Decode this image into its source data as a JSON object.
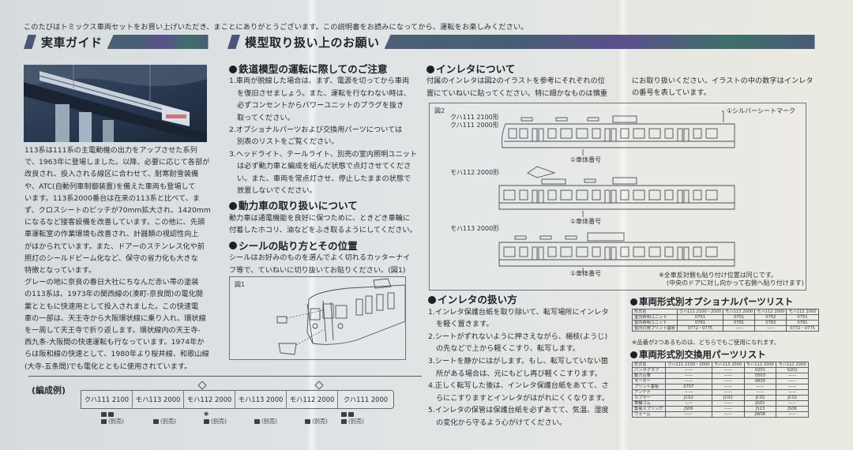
{
  "intro": "このたびはトミックス車両セットをお買い上げいただき、まことにありがとうございます。この説明書をお読みになってから、運転をお楽しみください。",
  "guide": {
    "heading": "実車ガイド",
    "photo_alt": "113系電車が高架橋を走行する写真",
    "paragraphs": [
      [
        "113系は111系の主電動機の出力をアップさせた系列",
        "で、1963年に登場しました。以降、必要に応じて各部が",
        "改良され、投入される線区に合わせて、耐寒耐雪装備",
        "や、ATC(自動列車制御装置)を備えた車両も登場して",
        "います。113系2000番台は在来の113系と比べて、ま",
        "ず、クロスシートのピッチが70mm拡大され、1420mm",
        "になるなど接客設備を改善しています。この他に、先頭",
        "車運転室の作業環境も改善され、計器類の視認性向上",
        "がはかられています。また、ドアーのステンレス化や前",
        "照灯のシールドビーム化など、保守の省力化も大きな",
        "特徴となっています。"
      ],
      [
        "グレーの地に奈良の春日大社にちなんだ赤い帯の塗装",
        "の113系は、1973年の関西線の(湊町-奈良間)の電化開",
        "業とともに快速用として投入されました。この快速電",
        "車の一部は、天王寺から大阪環状線に乗り入れ、環状線",
        "を一周して天王寺で折り返します。環状線内の天王寺-",
        "西九条-大阪間の快速運転も行なっています。1974年か",
        "らは阪和線の快速として、1980年より桜井線、和歌山線",
        "(大寺-五条間)でも電化とともに使用されています。"
      ]
    ]
  },
  "handling": {
    "heading": "模型取り扱い上のお願い",
    "sections": [
      {
        "title": "鉄道模型の運転に際してのご注意",
        "items": [
          [
            "1.車両が脱線した場合は、まず、電源を切ってから車両",
            "を復旧させましょう。また、運転を行なわない時は、",
            "必ずコンセントからパワーユニットのプラグを抜き",
            "取ってください。"
          ],
          [
            "2.オプショナルパーツおよび交換用パーツについては",
            "別表のリストをご覧ください。"
          ],
          [
            "3.ヘッドライト、テールライト、別売の室内照明ユニット",
            "は必ず動力車と編成を組んだ状態で点灯させてくださ",
            "い。また、車両を常点灯させ、停止したままの状態で",
            "放置しないでください。"
          ]
        ]
      },
      {
        "title": "動力車の取り扱いについて",
        "lines": [
          "動力車は通電機能を良好に保つために、ときどき車輪に",
          "付着したホコリ、油などをふき取るようにしてください。"
        ]
      },
      {
        "title": "シールの貼り方とその位置",
        "lines": [
          "シールはお好みのものを選んでよく切れるカッターナイ",
          "フ等で、ていねいに切り抜いてお貼りください。(図1)"
        ]
      }
    ],
    "fig1_label": "図1"
  },
  "inleta": {
    "title": "インレタについて",
    "lines_left": [
      "付属のインレタは図2のイラストを参考にそれぞれの位",
      "置にていねいに貼ってください。特に細かなものは慎重"
    ],
    "lines_right": [
      "にお取り扱いください。イラストの中の数字はインレタ",
      "の番号を表しています。"
    ],
    "fig2": {
      "label": "図2",
      "cars": [
        {
          "name_lines": [
            "クハ111 2100形",
            "クハ111 2000形"
          ],
          "number_label": "①車体番号"
        },
        {
          "name_lines": [
            "モハ112 2000形"
          ],
          "number_label": "①車体番号"
        },
        {
          "name_lines": [
            "モハ113 2000形"
          ],
          "number_label": "①車体番号"
        }
      ],
      "silver_seat_mark": "①シルバーシートマーク",
      "note_lines": [
        "※全車反対側も貼り付け位置は同じです。",
        "(中央のドアに対し向かって右側へ貼り付けます)"
      ]
    }
  },
  "inleta_usage": {
    "title": "インレタの扱い方",
    "items": [
      [
        "1.インレタ保護台紙を取り除いて、転写場所にインレタ",
        "を軽く置きます。"
      ],
      [
        "2.シートがずれないように押さえながら、楊枝(ようじ)",
        "の先などで上から軽くこすり、転写します。"
      ],
      [
        "3.シートを静かにはがします。もし、転写していない箇",
        "所がある場合は、元にもどし再び軽くこすります。"
      ],
      [
        "4.正しく転写した後は、インレタ保護台紙をあてて、さ",
        "らにこすりますとインレタがはがれにくくなります。"
      ],
      [
        "5.インレタの保管は保護台紙を必ずあてて、気温、湿度",
        "の変化から守るよう心がけてください。"
      ]
    ]
  },
  "optional_parts": {
    "title": "車両形式別オプショナルパーツリスト",
    "headers": [
      "形式名",
      "クハ111 2100・2000",
      "モハ113 2000",
      "モハ112 2000",
      "モハ112 2000"
    ],
    "rows": [
      [
        "室内照明ユニット",
        "0751",
        "0751",
        "0752",
        "0751"
      ],
      [
        "室内照明ユニット",
        "0781",
        "0781",
        "0782",
        "0781"
      ],
      [
        "室内灯用プリント基板",
        "0772・0775",
        "——",
        "——",
        "0772・0775"
      ]
    ],
    "note": "※品番が2つあるものは、どちらでもご使用になれます。"
  },
  "replacement_parts": {
    "title": "車両形式別交換用パーツリスト",
    "headers": [
      "形式名",
      "クハ111 2100・2000",
      "モハ113 2000",
      "モハ112 2000",
      "モハ112 2000"
    ],
    "rows": [
      [
        "パンタグラフ",
        "——",
        "——",
        "0201",
        "0201"
      ],
      [
        "動力台車",
        "——",
        "——",
        "0503",
        "——"
      ],
      [
        "モーター",
        "——",
        "——",
        "0605",
        "——"
      ],
      [
        "プリント基板",
        "0707",
        "——",
        "——",
        "——"
      ],
      [
        "アンテナ",
        "——",
        "——",
        "——",
        "——"
      ],
      [
        "カプラー",
        "JC02",
        "JC02",
        "JC02",
        "JC02"
      ],
      [
        "車輪ゴム",
        "——",
        "——",
        "JG01",
        "——"
      ],
      [
        "集電スプリング",
        "JS06",
        "——",
        "JS13",
        "JS06"
      ],
      [
        "ウォーム",
        "——",
        "——",
        "JW08",
        "——"
      ]
    ]
  },
  "formation": {
    "label": "(編成例)",
    "cars": [
      "クハ111 2100",
      "モハ113 2000",
      "モハ112 2000",
      "モハ113 2000",
      "モハ112 2000",
      "クハ111 2000"
    ],
    "sold_separately": "(別売)"
  }
}
